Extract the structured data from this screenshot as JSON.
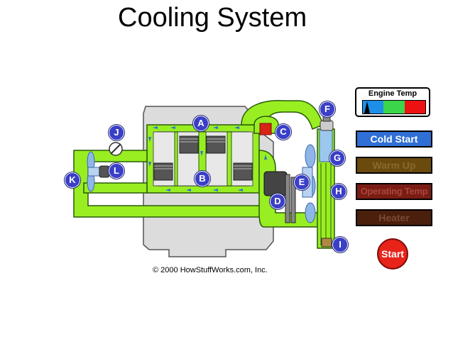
{
  "title": "Cooling System",
  "copyright": "© 2000 HowStuffWorks.com, Inc.",
  "gauge": {
    "title": "Engine Temp",
    "segments": [
      "#1e8fe8",
      "#3bd64a",
      "#ee1111"
    ]
  },
  "buttons": {
    "cold_start": "Cold Start",
    "warm_up": "Warm Up",
    "operating_temp": "Operating Temp",
    "heater": "Heater",
    "start": "Start"
  },
  "labels": {
    "A": "A",
    "B": "B",
    "C": "C",
    "D": "D",
    "E": "E",
    "F": "F",
    "G": "G",
    "H": "H",
    "I": "I",
    "J": "J",
    "K": "K",
    "L": "L"
  },
  "colors": {
    "coolant": "#99ee22",
    "coolant_outline": "#2a5a0a",
    "engine_block": "#dcdcdc",
    "label": "#3a3fc8"
  }
}
